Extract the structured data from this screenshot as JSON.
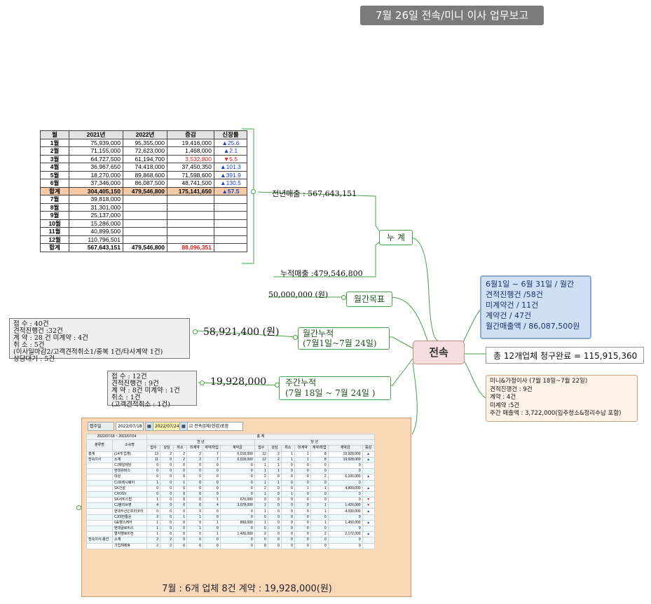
{
  "title": "7월  26일 전속/미니 이사 업무보고",
  "monthly_table": {
    "headers": [
      "월",
      "2021년",
      "2022년",
      "증감",
      "신장률"
    ],
    "rows": [
      {
        "month": "1월",
        "y2021": "75,939,000",
        "y2022": "95,355,000",
        "diff": "19,416,000",
        "rate": "▲25.6",
        "dir": "up"
      },
      {
        "month": "2월",
        "y2021": "71,155,000",
        "y2022": "72,623,000",
        "diff": "1,468,000",
        "rate": "▲2.1",
        "dir": "up"
      },
      {
        "month": "3월",
        "y2021": "64,727,500",
        "y2022": "61,194,700",
        "diff": "3,532,800",
        "rate": "▼5.5",
        "dir": "down"
      },
      {
        "month": "4월",
        "y2021": "36,967,650",
        "y2022": "74,418,000",
        "diff": "37,450,350",
        "rate": "▲101.3",
        "dir": "up"
      },
      {
        "month": "5월",
        "y2021": "18,270,000",
        "y2022": "89,868,600",
        "diff": "71,598,600",
        "rate": "▲391.9",
        "dir": "up"
      },
      {
        "month": "6월",
        "y2021": "37,346,000",
        "y2022": "86,087,500",
        "diff": "48,741,500",
        "rate": "▲130.5",
        "dir": "up"
      },
      {
        "month": "합계",
        "y2021": "304,405,150",
        "y2022": "479,546,800",
        "diff": "175,141,650",
        "rate": "▲57.5",
        "dir": "up",
        "total": true
      },
      {
        "month": "7월",
        "y2021": "39,818,000",
        "y2022": "",
        "diff": "",
        "rate": "",
        "dir": ""
      },
      {
        "month": "8월",
        "y2021": "31,301,000",
        "y2022": "",
        "diff": "",
        "rate": "",
        "dir": ""
      },
      {
        "month": "9월",
        "y2021": "25,137,000",
        "y2022": "",
        "diff": "",
        "rate": "",
        "dir": ""
      },
      {
        "month": "10월",
        "y2021": "15,286,000",
        "y2022": "",
        "diff": "",
        "rate": "",
        "dir": ""
      },
      {
        "month": "11월",
        "y2021": "40,899,500",
        "y2022": "",
        "diff": "",
        "rate": "",
        "dir": ""
      },
      {
        "month": "12월",
        "y2021": "110,796,501",
        "y2022": "",
        "diff": "",
        "rate": "",
        "dir": ""
      },
      {
        "month": "합계",
        "y2021": "567,643,151",
        "y2022": "479,546,800",
        "diff": "88,096,351",
        "rate": "",
        "dir": "down",
        "grand": true
      }
    ]
  },
  "labels": {
    "prev_sales": "전년매출 : 567,643,151",
    "cum_sales": "누적매출 :479,546,800",
    "cumulative": "누  계",
    "target_value": "50,000,000 (원)",
    "target": "월간목표",
    "monthly_amount": "58,921,400 (원)",
    "monthly_cum_line1": "월간누적",
    "monthly_cum_line2": "(7월1일~7월 24일)",
    "weekly_amount": "19,928,000",
    "weekly_cum_line1": "주간누적",
    "weekly_cum_line2": "(7월 18일 ~ 7월 24일 )",
    "center": "전속",
    "billing": "총 12개업체 청구완료 = 115,915,360"
  },
  "monthly_stats_box": [
    "접   수 : 40건",
    "견적진행건 :32건",
    "계   약  : 28 건 미계약 : 4건",
    "취   소 : 5건",
    "(이사일마감2/고객견적취소1/중복 1건/타사계약 1건)",
    "상담대기 : 5건"
  ],
  "weekly_stats_box": [
    "접 수 :  12건",
    "견적진행건 : 9건",
    "계  약 :  8건 미계약 : 1건",
    "취소 :  1건",
    "(고객견적취소 : 1건)"
  ],
  "monthly_summary": [
    "6월1일 ~ 6월 31일 / 월간",
    "견적진행건 /58건",
    "미계약건 / 11건",
    "계약건 / 47건",
    "월간매출액 / 86,087,500원"
  ],
  "mini_box": [
    "미니&가정이사 (7월 18일~7월 22일)",
    "견적진행건 : 9건",
    "계약 : 4건",
    "미계약 :5건",
    "주간 매출액 : 3,722,000(입주청소&정리수납 포함)"
  ],
  "sales_panel": {
    "caption": "7월 : 6개 업체  8건 계약 : 19,928,000(원)",
    "toolbar": {
      "field": "접수일",
      "date_from": "2022/07/18",
      "date_to": "2022/07/24",
      "checkbox": "전속업체(현업)포함"
    },
    "period": "2022/07/18 ~ 2022/07/24",
    "total_label": "총  계",
    "prev_label": "전      년",
    "curr_label": "당      년",
    "headers": [
      "분류명",
      "소속명",
      "접수",
      "상담",
      "취소",
      "미계약",
      "계약/학업",
      "계약금",
      "접수",
      "상담",
      "취소",
      "미계약",
      "계약/학업",
      "계약금",
      "증감"
    ],
    "rows": [
      [
        "총계",
        "(14개 업체)",
        "13",
        "2",
        "2",
        "2",
        "7",
        "6,018,000",
        "12",
        "2",
        "1",
        "1",
        "8",
        "19,928,000",
        "▲"
      ],
      [
        "전속이사",
        "소계",
        "11",
        "0",
        "2",
        "2",
        "7",
        "6,018,000",
        "12",
        "2",
        "1",
        "1",
        "8",
        "19,928,000",
        "▲"
      ],
      [
        "",
        "CJ제일제당",
        "0",
        "0",
        "0",
        "0",
        "0",
        "0",
        "1",
        "1",
        "0",
        "0",
        "0",
        "0",
        ""
      ],
      [
        "",
        "현대유퍼스",
        "0",
        "0",
        "0",
        "0",
        "0",
        "0",
        "1",
        "1",
        "0",
        "0",
        "0",
        "0",
        ""
      ],
      [
        "",
        "대상",
        "0",
        "0",
        "0",
        "0",
        "0",
        "0",
        "2",
        "0",
        "0",
        "0",
        "2",
        "6,100,000",
        "▲"
      ],
      [
        "",
        "CJ프레시웨이",
        "1",
        "0",
        "1",
        "0",
        "0",
        "0",
        "1",
        "1",
        "0",
        "0",
        "0",
        "0",
        ""
      ],
      [
        "",
        "SK건설",
        "0",
        "0",
        "0",
        "0",
        "0",
        "0",
        "2",
        "0",
        "0",
        "1",
        "1",
        "4,800,000",
        "▲"
      ],
      [
        "",
        "CXOSV",
        "0",
        "0",
        "0",
        "0",
        "0",
        "0",
        "1",
        "0",
        "1",
        "0",
        "0",
        "0",
        ""
      ],
      [
        "",
        "SK서비스탑",
        "1",
        "0",
        "0",
        "0",
        "1",
        "670,000",
        "0",
        "0",
        "0",
        "0",
        "0",
        "0",
        "▼"
      ],
      [
        "",
        "CJ올리브영",
        "4",
        "0",
        "0",
        "0",
        "4",
        "3,078,000",
        "1",
        "0",
        "0",
        "0",
        "1",
        "1,426,000",
        "▼"
      ],
      [
        "",
        "현대두산인프라코어",
        "0",
        "0",
        "0",
        "0",
        "0",
        "0",
        "1",
        "0",
        "0",
        "0",
        "1",
        "4,030,000",
        "▲"
      ],
      [
        "",
        "CJ대한통운",
        "2",
        "0",
        "1",
        "1",
        "0",
        "0",
        "0",
        "0",
        "0",
        "0",
        "0",
        "0",
        ""
      ],
      [
        "",
        "GE헬스케어",
        "1",
        "0",
        "0",
        "0",
        "1",
        "850,000",
        "1",
        "0",
        "0",
        "0",
        "1",
        "1,400,000",
        "▲"
      ],
      [
        "",
        "현대글로비스",
        "1",
        "0",
        "0",
        "1",
        "0",
        "0",
        "0",
        "0",
        "0",
        "0",
        "0",
        "0",
        ""
      ],
      [
        "",
        "엘지헬로비전",
        "1",
        "0",
        "0",
        "0",
        "1",
        "1,420,000",
        "2",
        "0",
        "0",
        "0",
        "2",
        "2,172,000",
        "▲"
      ],
      [
        "전속이사-용선",
        "소계",
        "2",
        "2",
        "0",
        "0",
        "0",
        "0",
        "0",
        "0",
        "0",
        "0",
        "0",
        "0",
        ""
      ],
      [
        "",
        "기업체제휴",
        "2",
        "2",
        "0",
        "0",
        "0",
        "0",
        "0",
        "0",
        "0",
        "0",
        "0",
        "0",
        ""
      ]
    ]
  },
  "colors": {
    "connector": "#4aa04a",
    "center_fill": "#f6dede",
    "summary_fill": "#cfe0f5",
    "panel_fill": "#fad8b7",
    "total_row": "#f6c9a7",
    "up": "#1a3fd1",
    "down": "#e02020"
  }
}
